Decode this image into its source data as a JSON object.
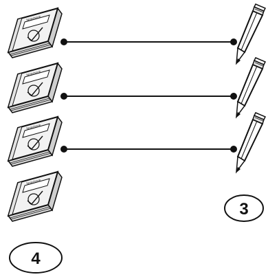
{
  "notebooks": {
    "icon": "notebook-icon",
    "cover_text": "Notebook",
    "count": 4
  },
  "pencils": {
    "icon": "pencil-icon",
    "count": 3
  },
  "matches": [
    {
      "notebook": 1,
      "pencil": 1
    },
    {
      "notebook": 2,
      "pencil": 2
    },
    {
      "notebook": 3,
      "pencil": 3
    }
  ],
  "labels": {
    "notebook_count": "4",
    "pencil_count": "3"
  },
  "colors": {
    "ink": "#111111",
    "paper": "#ffffff",
    "cover": "#f2f2f2"
  }
}
